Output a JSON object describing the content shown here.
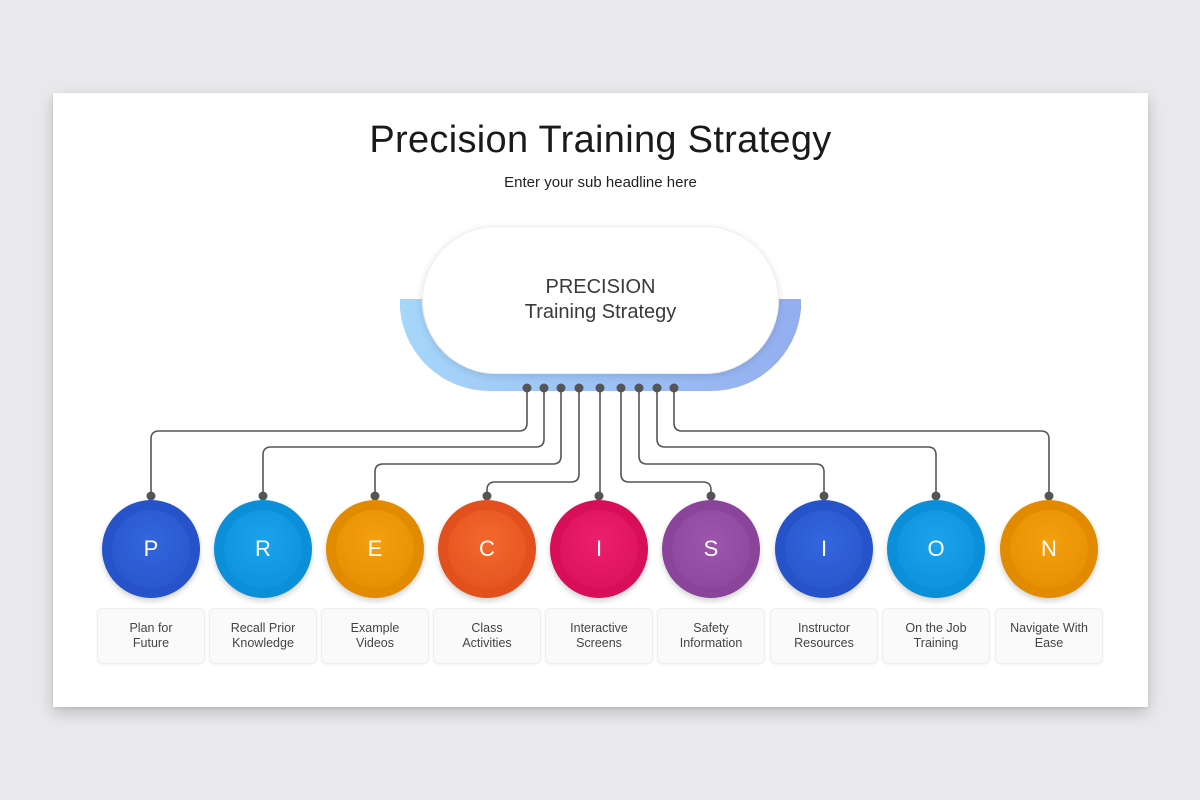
{
  "title": "Precision Training Strategy",
  "subtitle": "Enter your sub headline here",
  "hub": {
    "line1": "PRECISION",
    "line2": "Training Strategy"
  },
  "items": [
    {
      "letter": "P",
      "label": "Plan for\nFuture",
      "outer": "#2653c9",
      "inner": "#3366dd"
    },
    {
      "letter": "R",
      "label": "Recall Prior\nKnowledge",
      "outer": "#0b8fd8",
      "inner": "#1aa3ec"
    },
    {
      "letter": "E",
      "label": "Example\nVideos",
      "outer": "#e38b00",
      "inner": "#f5a00f"
    },
    {
      "letter": "C",
      "label": "Class\nActivities",
      "outer": "#e2501e",
      "inner": "#f4682c"
    },
    {
      "letter": "I",
      "label": "Interactive\nScreens",
      "outer": "#d80f58",
      "inner": "#ec1f6b"
    },
    {
      "letter": "S",
      "label": "Safety\nInformation",
      "outer": "#8a4499",
      "inner": "#9d56ae"
    },
    {
      "letter": "I",
      "label": "Instructor\nResources",
      "outer": "#2653c9",
      "inner": "#3366dd"
    },
    {
      "letter": "O",
      "label": "On the Job\nTraining",
      "outer": "#0b8fd8",
      "inner": "#1aa3ec"
    },
    {
      "letter": "N",
      "label": "Navigate With\nEase",
      "outer": "#e38b00",
      "inner": "#f5a00f"
    }
  ]
}
